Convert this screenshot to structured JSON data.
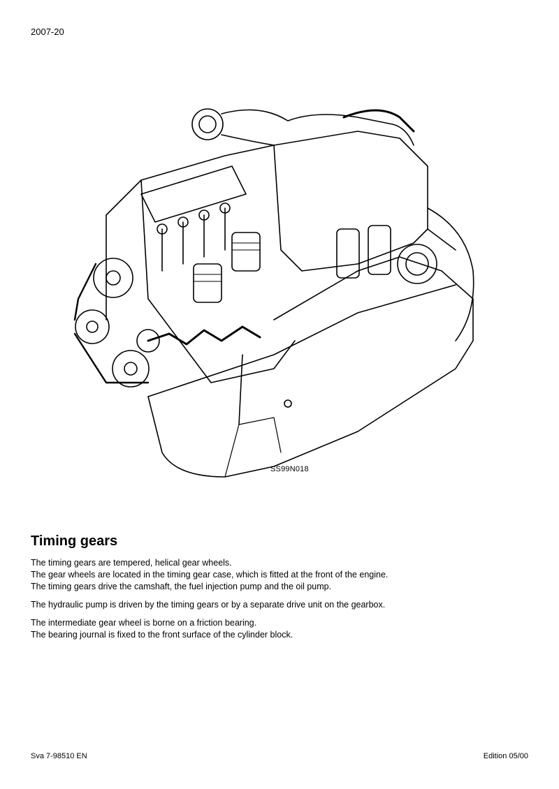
{
  "header": {
    "page_number": "2007-20"
  },
  "figure": {
    "code": "SS99N018",
    "icon": "engine-cutaway-illustration"
  },
  "section": {
    "title": "Timing gears",
    "paragraphs": [
      "The timing gears are tempered, helical gear wheels.",
      "The gear wheels are located in the timing gear case, which is fitted at the front of the engine.",
      "The timing gears drive the camshaft, the fuel injection pump and the oil pump.",
      "The hydraulic pump is driven by the timing gears or by a separate drive unit on the gearbox.",
      "The intermediate gear wheel is borne on a friction bearing.",
      "The bearing journal is fixed to the front surface of the cylinder block."
    ]
  },
  "footer": {
    "document_code": "Sva 7-98510 EN",
    "edition": "Edition 05/00"
  }
}
